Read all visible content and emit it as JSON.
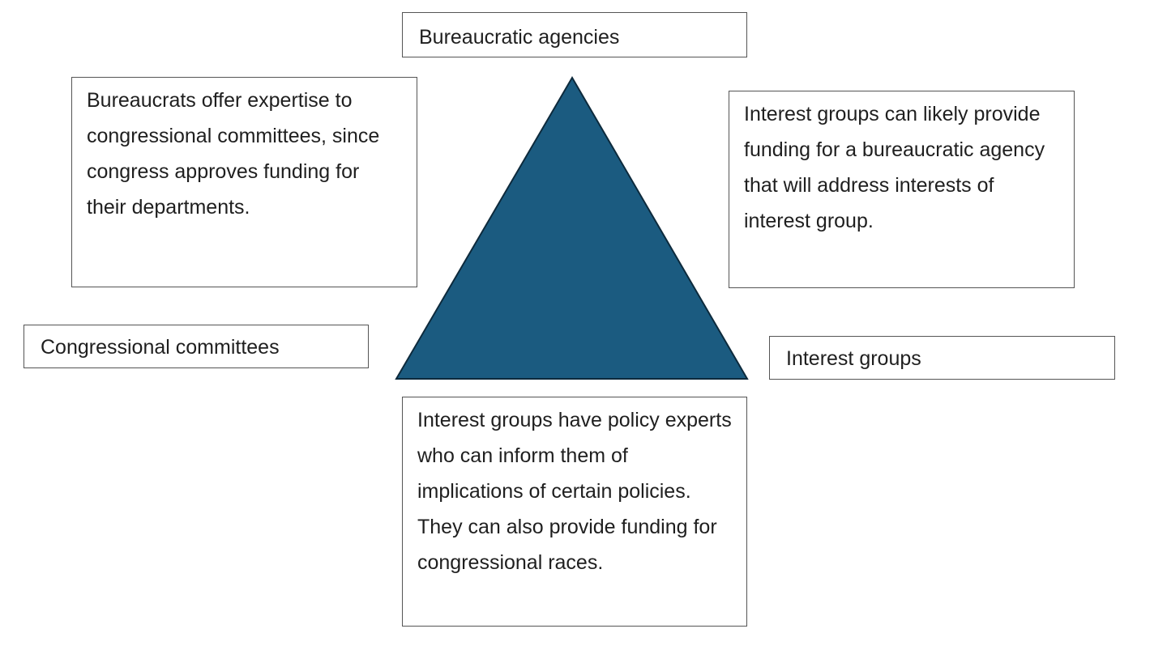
{
  "colors": {
    "triangle_fill": "#1b5b80",
    "triangle_stroke": "#0d2a3c",
    "border": "#555555"
  },
  "nodes": {
    "top": "Bureaucratic agencies",
    "left": "Congressional committees",
    "right": "Interest groups"
  },
  "notes": {
    "top_left": "Bureaucrats offer expertise to congressional committees, since congress approves funding for their departments.",
    "top_right": "Interest groups can likely provide funding for a bureaucratic agency that will address interests of interest group.",
    "bottom": "Interest groups have policy experts who can inform them of implications of certain policies.  They can also provide funding for congressional races."
  }
}
